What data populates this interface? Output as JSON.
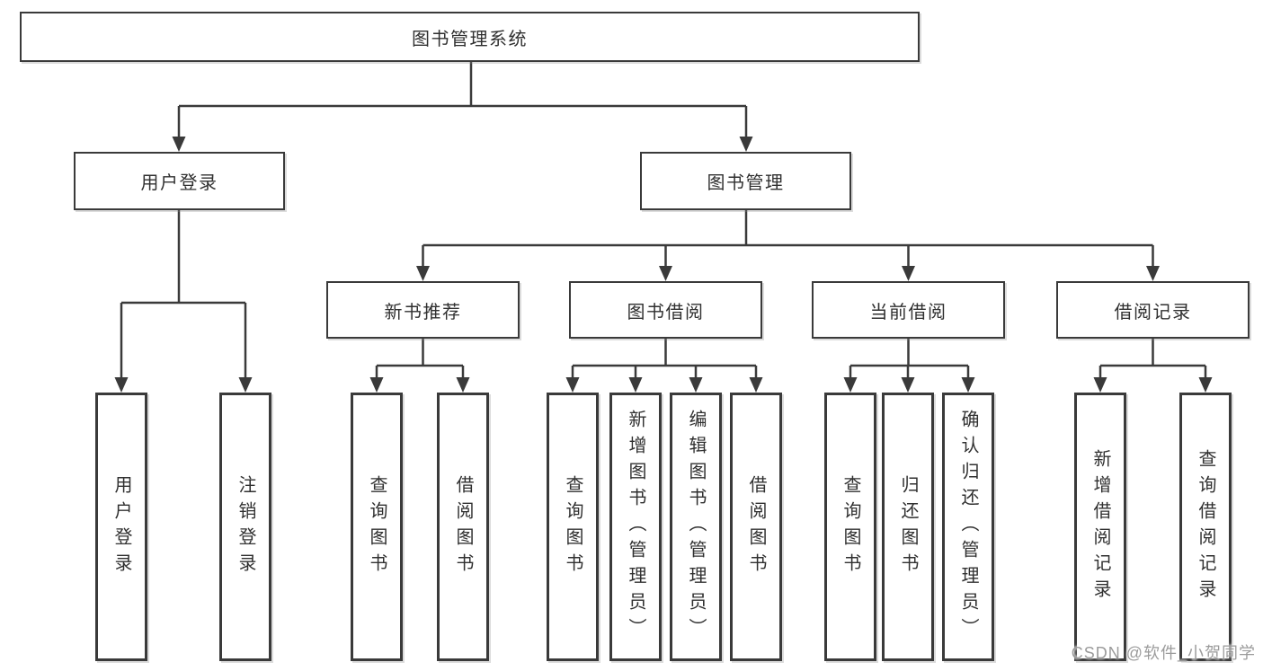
{
  "tree": {
    "root": {
      "label": "图书管理系统",
      "children": [
        {
          "label": "用户登录",
          "children": [
            {
              "label": "用户登录"
            },
            {
              "label": "注销登录"
            }
          ]
        },
        {
          "label": "图书管理",
          "children": [
            {
              "label": "新书推荐",
              "children": [
                {
                  "label": "查询图书"
                },
                {
                  "label": "借阅图书"
                }
              ]
            },
            {
              "label": "图书借阅",
              "children": [
                {
                  "label": "查询图书"
                },
                {
                  "label": "新增图书（管理员）"
                },
                {
                  "label": "编辑图书（管理员）"
                },
                {
                  "label": "借阅图书"
                }
              ]
            },
            {
              "label": "当前借阅",
              "children": [
                {
                  "label": "查询图书"
                },
                {
                  "label": "归还图书"
                },
                {
                  "label": "确认归还（管理员）"
                }
              ]
            },
            {
              "label": "借阅记录",
              "children": [
                {
                  "label": "新增借阅记录"
                },
                {
                  "label": "查询借阅记录"
                }
              ]
            }
          ]
        }
      ]
    }
  },
  "watermark": {
    "text": "CSDN @软件_小贺同学"
  },
  "colors": {
    "line": "#3a3a3a",
    "box_border": "#3a3a3a",
    "box_fill": "#ffffff",
    "text": "#303030",
    "watermark": "#969696",
    "background": "#ffffff"
  }
}
